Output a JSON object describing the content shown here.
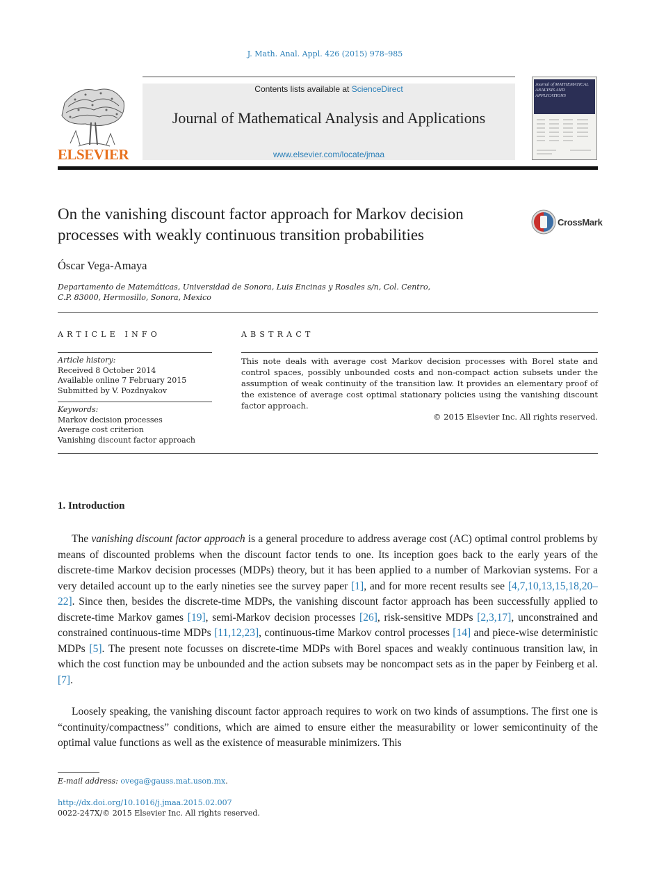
{
  "citation": "J. Math. Anal. Appl. 426 (2015) 978–985",
  "header": {
    "contents_prefix": "Contents lists available at ",
    "contents_link": "ScienceDirect",
    "journal_name": "Journal of Mathematical Analysis and Applications",
    "journal_url": "www.elsevier.com/locate/jmaa",
    "publisher_logo": "ELSEVIER",
    "cover_title": "Journal of MATHEMATICAL ANALYSIS AND APPLICATIONS"
  },
  "article": {
    "title": "On the vanishing discount factor approach for Markov decision processes with weakly continuous transition probabilities",
    "crossmark": "CrossMark",
    "author": "Óscar Vega-Amaya",
    "affiliation_line1": "Departamento de Matemáticas, Universidad de Sonora, Luis Encinas y Rosales s/n, Col. Centro,",
    "affiliation_line2": "C.P. 83000, Hermosillo, Sonora, Mexico"
  },
  "article_info": {
    "heading": "ARTICLE INFO",
    "history_label": "Article history:",
    "history": [
      "Received 8 October 2014",
      "Available online 7 February 2015",
      "Submitted by V. Pozdnyakov"
    ],
    "keywords_label": "Keywords:",
    "keywords": [
      "Markov decision processes",
      "Average cost criterion",
      "Vanishing discount factor approach"
    ]
  },
  "abstract": {
    "heading": "ABSTRACT",
    "text": "This note deals with average cost Markov decision processes with Borel state and control spaces, possibly unbounded costs and non-compact action subsets under the assumption of weak continuity of the transition law. It provides an elementary proof of the existence of average cost optimal stationary policies using the vanishing discount factor approach.",
    "copyright": "© 2015 Elsevier Inc. All rights reserved."
  },
  "section": {
    "heading": "1.  Introduction",
    "p1": {
      "t1": "The ",
      "em1": "vanishing discount factor approach",
      "t2": " is a general procedure to address average cost (AC) optimal control problems by means of discounted problems when the discount factor tends to one. Its inception goes back to the early years of the discrete-time Markov decision processes (MDPs) theory, but it has been applied to a number of Markovian systems. For a very detailed account up to the early nineties see the survey paper ",
      "r1": "[1]",
      "t3": ", and for more recent results see ",
      "r2": "[4,7,10,13,15,18,20–22]",
      "t4": ". Since then, besides the discrete-time MDPs, the vanishing discount factor approach has been successfully applied to discrete-time Markov games ",
      "r3": "[19]",
      "t5": ", semi-Markov decision processes ",
      "r4": "[26]",
      "t6": ", risk-sensitive MDPs ",
      "r5": "[2,3,17]",
      "t7": ", unconstrained and constrained continuous-time MDPs ",
      "r6": "[11,12,23]",
      "t8": ", continuous-time Markov control processes ",
      "r7": "[14]",
      "t9": " and piece-wise deterministic MDPs ",
      "r8": "[5]",
      "t10": ". The present note focusses on discrete-time MDPs with Borel spaces and weakly continuous transition law, in which the cost function may be unbounded and the action subsets may be noncompact sets as in the paper by Feinberg et al. ",
      "r9": "[7]",
      "t11": "."
    },
    "p2": "Loosely speaking, the vanishing discount factor approach requires to work on two kinds of assumptions. The first one is “continuity/compactness” conditions, which are aimed to ensure either the measurability or lower semicontinuity of the optimal value functions as well as the existence of measurable minimizers. This"
  },
  "footer": {
    "email_label": "E-mail address: ",
    "email": "ovega@gauss.mat.uson.mx",
    "email_suffix": ".",
    "doi": "http://dx.doi.org/10.1016/j.jmaa.2015.02.007",
    "issn": "0022-247X/© 2015 Elsevier Inc. All rights reserved."
  }
}
